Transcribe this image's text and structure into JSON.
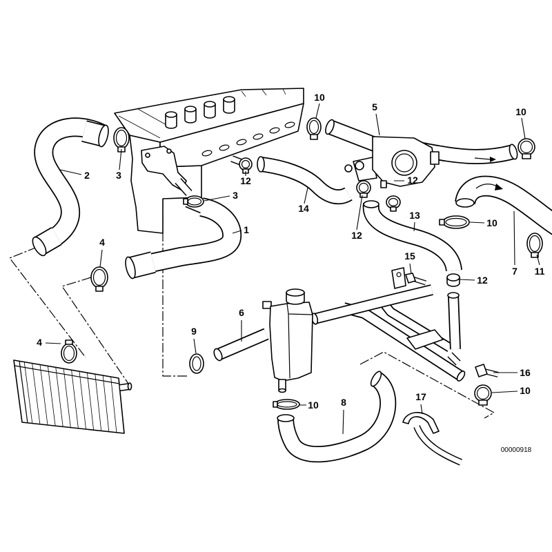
{
  "diagram": {
    "callouts": [
      {
        "label": "10"
      },
      {
        "label": "5"
      },
      {
        "label": "10"
      },
      {
        "label": "2"
      },
      {
        "label": "3"
      },
      {
        "label": "12"
      },
      {
        "label": "3"
      },
      {
        "label": "14"
      },
      {
        "label": "1"
      },
      {
        "label": "12"
      },
      {
        "label": "13"
      },
      {
        "label": "10"
      },
      {
        "label": "12"
      },
      {
        "label": "4"
      },
      {
        "label": "15"
      },
      {
        "label": "7"
      },
      {
        "label": "11"
      },
      {
        "label": "12"
      },
      {
        "label": "6"
      },
      {
        "label": "9"
      },
      {
        "label": "4"
      },
      {
        "label": "16"
      },
      {
        "label": "10"
      },
      {
        "label": "17"
      },
      {
        "label": "8"
      },
      {
        "label": "10"
      }
    ],
    "drawing_number": "00000918"
  }
}
